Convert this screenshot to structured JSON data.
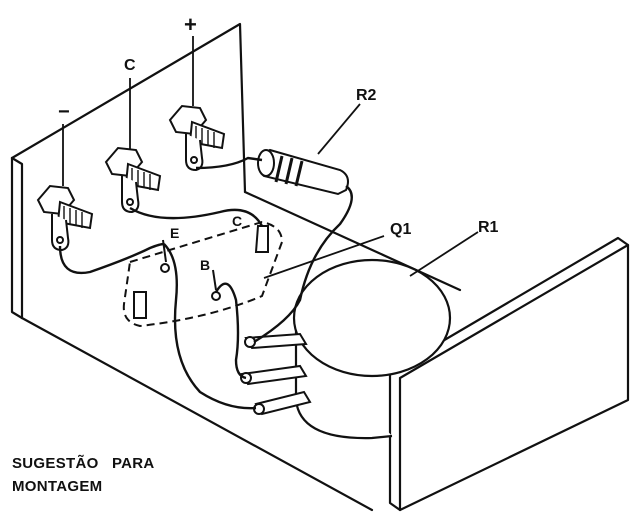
{
  "labels": {
    "minus": "−",
    "c": "C",
    "plus": "+",
    "r2": "R2",
    "q1": "Q1",
    "r1": "R1",
    "e": "E",
    "c_small": "C",
    "b": "B"
  },
  "caption": {
    "line1": "SUGESTÃO   PARA",
    "line2": "MONTAGEM"
  }
}
